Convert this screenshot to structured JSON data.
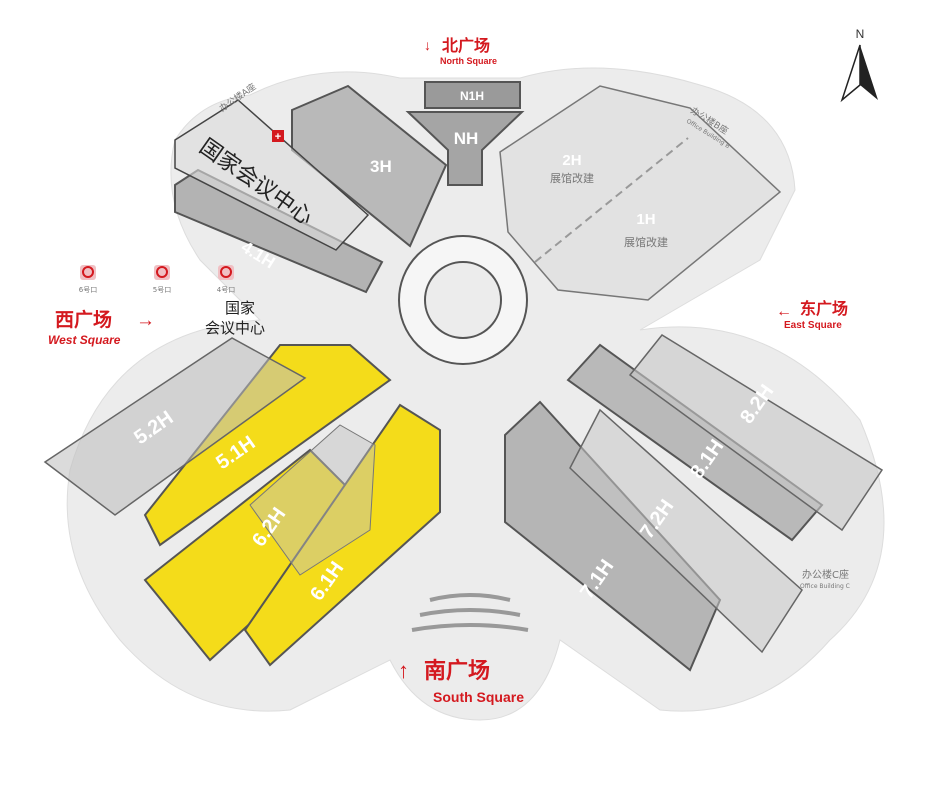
{
  "colors": {
    "highlight": "#f4dc1a",
    "hall": "#b9b9b9",
    "accent": "#d4191f",
    "ground": "#ececec"
  },
  "compass": {
    "label": "N"
  },
  "squares": {
    "north": {
      "cn": "北广场",
      "en": "North Square"
    },
    "east": {
      "cn": "东广场",
      "en": "East Square"
    },
    "west": {
      "cn": "西广场",
      "en": "West Square"
    },
    "south": {
      "cn": "南广场",
      "en": "South Square"
    }
  },
  "halls": {
    "n1h": "N1H",
    "nh": "NH",
    "h3": "3H",
    "h41": "4.1H",
    "h2": "2H",
    "h2_note": "展馆改建",
    "h1": "1H",
    "h1_note": "展馆改建",
    "h52": "5.2H",
    "h51": "5.1H",
    "h62": "6.2H",
    "h61": "6.1H",
    "h82": "8.2H",
    "h81": "8.1H",
    "h72": "7.2H",
    "h71": "7.1H"
  },
  "buildings": {
    "cncc_hall": "国家会议中心",
    "cncc_line1": "国家",
    "cncc_line2": "会议中心",
    "office_a": "办公楼A座",
    "office_b_cn": "办公楼B座",
    "office_b_en": "Office Building B",
    "office_c_cn": "办公楼C座",
    "office_c_en": "Office Building C"
  },
  "subway_exits": [
    "6号口",
    "5号口",
    "4号口"
  ]
}
